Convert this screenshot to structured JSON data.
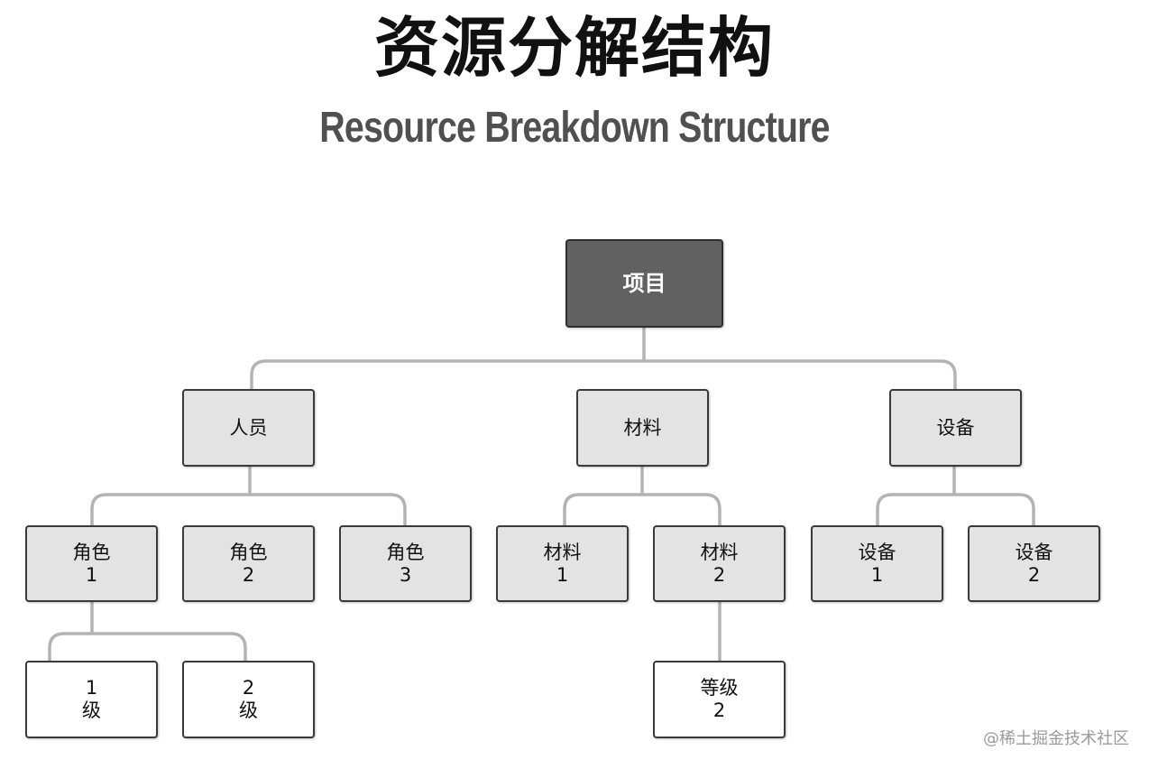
{
  "title": "资源分解结构",
  "subtitle": "Resource Breakdown Structure",
  "nodes": {
    "root": "项目",
    "personnel": "人员",
    "materials": "材料",
    "equipment": "设备",
    "role1": {
      "line1": "角色",
      "line2": "1"
    },
    "role2": {
      "line1": "角色",
      "line2": "2"
    },
    "role3": {
      "line1": "角色",
      "line2": "3"
    },
    "material1": {
      "line1": "材料",
      "line2": "1"
    },
    "material2": {
      "line1": "材料",
      "line2": "2"
    },
    "equipment1": {
      "line1": "设备",
      "line2": "1"
    },
    "equipment2": {
      "line1": "设备",
      "line2": "2"
    },
    "level1": {
      "line1": "1",
      "line2": "级"
    },
    "level2": {
      "line1": "2",
      "line2": "级"
    },
    "grade2": {
      "line1": "等级",
      "line2": "2"
    }
  },
  "watermark": "@稀土掘金技术社区"
}
